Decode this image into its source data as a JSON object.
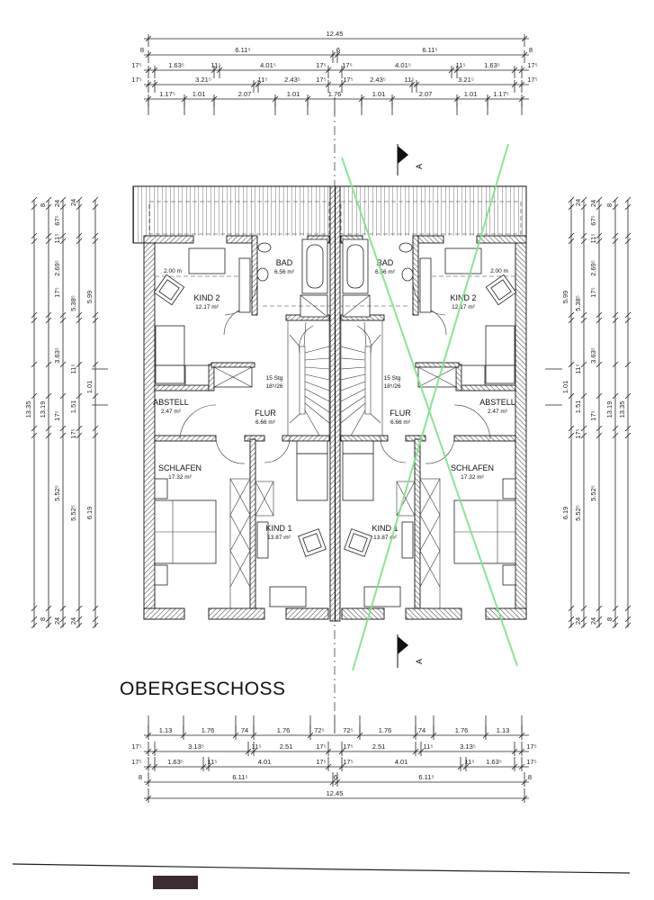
{
  "drawing": {
    "title": "OBERGESCHOSS",
    "section_mark": "A",
    "annotation_color": "#7de38a",
    "line_color": "#222222"
  },
  "rooms": [
    {
      "name": "BAD",
      "area": "6.56 m²"
    },
    {
      "name": "KIND 2",
      "area": "12.17 m²"
    },
    {
      "name": "ABSTELL",
      "area": "2.47 m²"
    },
    {
      "name": "FLUR",
      "area": "6.66 m²"
    },
    {
      "name": "SCHLAFEN",
      "area": "17.32 m²"
    },
    {
      "name": "KIND 1",
      "area": "13.87 m²"
    }
  ],
  "stairs": {
    "steps": "15 Stg",
    "ratio": "18⁵/26"
  },
  "desk_width": "2.00 m",
  "dimensions": {
    "top": [
      [
        "12.45"
      ],
      [
        "8",
        "6.11⁵",
        "6",
        "6.11⁵",
        "8"
      ],
      [
        "17⁵",
        "1.63⁵",
        "11⁵",
        "4.01⁵",
        "17⁵",
        "17⁵",
        "4.01⁵",
        "11⁵",
        "1.63⁵",
        "17⁵"
      ],
      [
        "17⁵",
        "3.21⁵",
        "11⁵",
        "2.43⁵",
        "17⁵",
        "17⁵",
        "2.43⁵",
        "11⁵",
        "3.21⁵",
        "17⁵"
      ],
      [
        "1.17⁵",
        "1.01",
        "2.07",
        "1.01",
        "1.76",
        "1.01",
        "2.07",
        "1.01",
        "1.17⁵"
      ]
    ],
    "bottom": [
      [
        "1.13",
        "1.76",
        "74",
        "1.76",
        "72⁵",
        "72⁵",
        "1.76",
        "74",
        "1.76",
        "1.13"
      ],
      [
        "17⁵",
        "3.13⁵",
        "11⁵",
        "2.51",
        "17⁵",
        "17⁵",
        "2.51",
        "11⁵",
        "3.13⁵",
        "17⁵"
      ],
      [
        "17⁵",
        "1.63⁵",
        "11⁵",
        "4.01",
        "17⁵",
        "17⁵",
        "4.01",
        "11⁵",
        "1.63⁵",
        "17⁵"
      ],
      [
        "8",
        "6.11⁵",
        "6",
        "6.11⁵",
        "8"
      ],
      [
        "12.45"
      ]
    ],
    "left": [
      [
        "13.35"
      ],
      [
        "8",
        "13.19",
        "8"
      ],
      [
        "24",
        "67⁵",
        "11⁵",
        "2.69⁵",
        "17⁵",
        "3.63⁵",
        "17⁵",
        "5.52⁵",
        "24"
      ],
      [
        "24",
        "5.38⁵",
        "11⁵",
        "1.51",
        "17⁵",
        "5.52⁵",
        "24"
      ],
      [
        "5.99",
        "1.01",
        "6.19"
      ]
    ],
    "right": [
      [
        "13.35"
      ],
      [
        "8",
        "13.19",
        "8"
      ],
      [
        "24",
        "67⁵",
        "11⁵",
        "2.69⁵",
        "17⁵",
        "3.63⁵",
        "17⁵",
        "5.52⁵",
        "24"
      ],
      [
        "24",
        "5.38⁵",
        "11⁵",
        "1.51",
        "17⁵",
        "5.52⁵",
        "24"
      ],
      [
        "5.99",
        "1.01",
        "6.19"
      ]
    ]
  }
}
